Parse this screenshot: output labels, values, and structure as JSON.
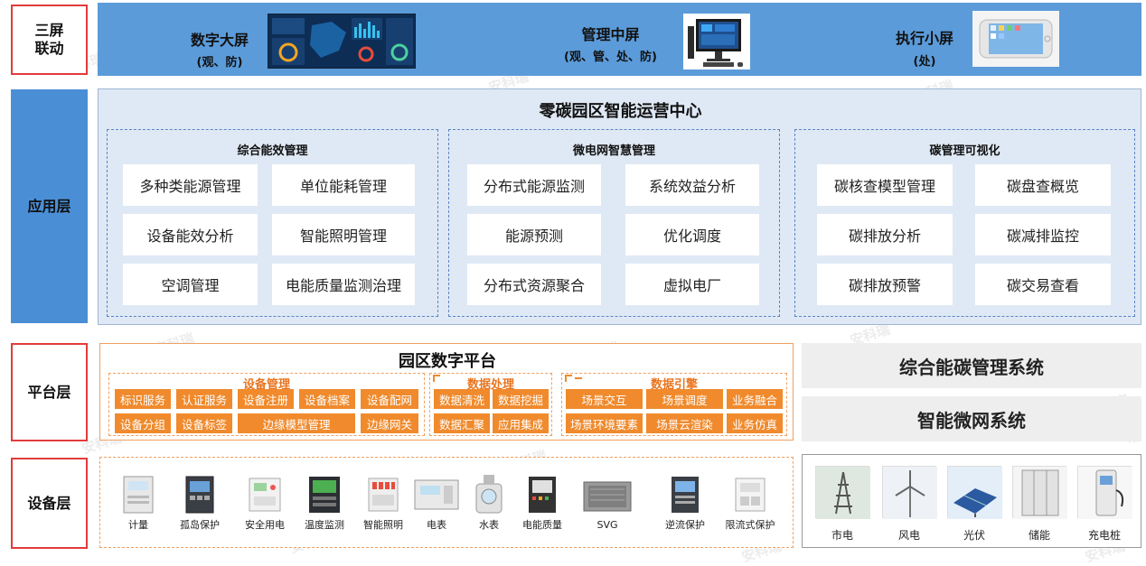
{
  "layers": {
    "linkage": "三屏\n联动",
    "app": "应用层",
    "platform": "平台层",
    "device": "设备层"
  },
  "screens": [
    {
      "title": "数字大屏",
      "sub": "(观、防)"
    },
    {
      "title": "管理中屏",
      "sub": "(观、管、处、防)"
    },
    {
      "title": "执行小屏",
      "sub": "(处)"
    }
  ],
  "app": {
    "title": "零碳园区智能运营中心",
    "groups": [
      {
        "title": "综合能效管理",
        "items": [
          "多种类能源管理",
          "单位能耗管理",
          "设备能效分析",
          "智能照明管理",
          "空调管理",
          "电能质量监测治理"
        ]
      },
      {
        "title": "微电网智慧管理",
        "items": [
          "分布式能源监测",
          "系统效益分析",
          "能源预测",
          "优化调度",
          "分布式资源聚合",
          "虚拟电厂"
        ]
      },
      {
        "title": "碳管理可视化",
        "items": [
          "碳核查模型管理",
          "碳盘查概览",
          "碳排放分析",
          "碳减排监控",
          "碳排放预警",
          "碳交易查看"
        ]
      }
    ]
  },
  "platform": {
    "title": "园区数字平台",
    "device_mgmt": {
      "title": "设备管理",
      "row1": [
        "标识服务",
        "认证服务",
        "设备注册",
        "设备档案",
        "设备配网"
      ],
      "row2": [
        "设备分组",
        "设备标签",
        "边缘模型管理",
        "边缘网关"
      ]
    },
    "data_proc": {
      "title": "数据处理",
      "items": [
        "数据清洗",
        "数据挖掘",
        "数据汇聚",
        "应用集成"
      ]
    },
    "data_engine": {
      "title": "数据引擎",
      "row1": [
        "场景交互",
        "场景调度",
        "业务融合"
      ],
      "row2": [
        "场景环境要素",
        "场景云渲染",
        "业务仿真"
      ]
    },
    "systems": [
      "综合能碳管理系统",
      "智能微网系统"
    ]
  },
  "devices": [
    "计量",
    "孤岛保护",
    "安全用电",
    "温度监测",
    "智能照明",
    "电表",
    "水表",
    "电能质量",
    "SVG",
    "逆流保护",
    "限流式保护"
  ],
  "sources": [
    "市电",
    "风电",
    "光伏",
    "储能",
    "充电桩"
  ],
  "watermark": "安科瑞",
  "colors": {
    "accent_orange": "#f08a2c",
    "band_blue": "#5b9bd9",
    "layer_blue": "#4a8fd6",
    "app_bg": "#dfe9f5"
  }
}
